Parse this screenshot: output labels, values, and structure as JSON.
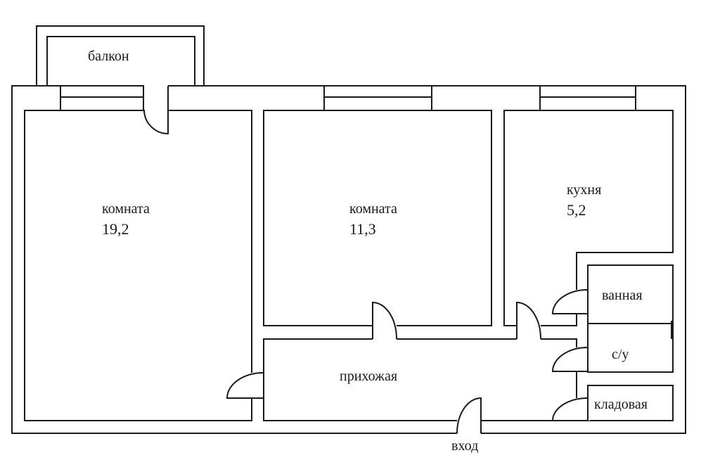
{
  "rooms": {
    "balcony": {
      "name": "балкон"
    },
    "room_large": {
      "name": "комната",
      "area": "19,2"
    },
    "room_middle": {
      "name": "комната",
      "area": "11,3"
    },
    "kitchen": {
      "name": "кухня",
      "area": "5,2"
    },
    "bathroom": {
      "name": "ванная"
    },
    "toilet": {
      "name": "с/у"
    },
    "hallway": {
      "name": "прихожая"
    },
    "storage": {
      "name": "кладовая"
    }
  },
  "entrance": {
    "label": "вход"
  },
  "colors": {
    "line": "#1a1a1a",
    "background": "#ffffff"
  }
}
